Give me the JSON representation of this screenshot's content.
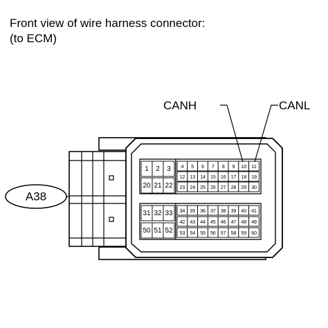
{
  "title_line1": "Front view of wire harness connector:",
  "title_line2": "(to ECM)",
  "connector_id": "A38",
  "signals": {
    "canh": "CANH",
    "canl": "CANL"
  },
  "left_block": {
    "rows": [
      [
        "1",
        "2",
        "3"
      ],
      [
        "20",
        "21",
        "22"
      ],
      [
        "31",
        "32",
        "33"
      ],
      [
        "50",
        "51",
        "52"
      ]
    ]
  },
  "right_block": {
    "rows": [
      [
        "4",
        "5",
        "6",
        "7",
        "8",
        "9",
        "10",
        "11"
      ],
      [
        "12",
        "13",
        "14",
        "15",
        "16",
        "17",
        "18",
        "19"
      ],
      [
        "23",
        "24",
        "25",
        "26",
        "27",
        "28",
        "29",
        "30"
      ],
      [
        "34",
        "35",
        "36",
        "37",
        "38",
        "39",
        "40",
        "41"
      ],
      [
        "42",
        "43",
        "44",
        "45",
        "46",
        "47",
        "48",
        "49"
      ],
      [
        "53",
        "54",
        "55",
        "56",
        "57",
        "58",
        "59",
        "60"
      ]
    ]
  }
}
